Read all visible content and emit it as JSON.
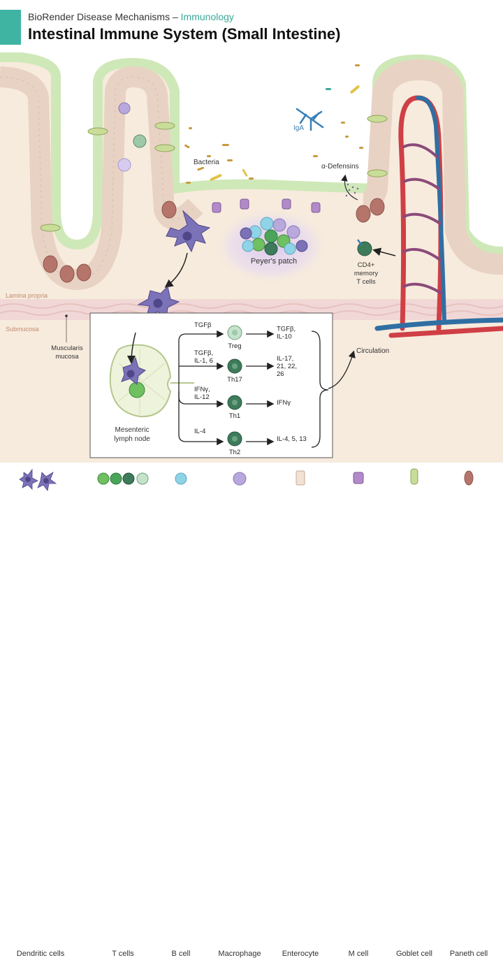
{
  "header": {
    "supertitle_prefix": "BioRender Disease Mechanisms – ",
    "supertitle_accent": "Immunology",
    "title": "Intestinal Immune System (Small Intestine)"
  },
  "colors": {
    "accent": "#3fb4a2",
    "epithelium_outline": "#cfe8b8",
    "lamina_propria": "#f7ebdd",
    "muscularis": "#f1d8d6",
    "artery": "#cf3f45",
    "vein": "#2f6fa3",
    "dendritic_cell": "#7b72b8",
    "t_cell_green": "#4aa55a",
    "t_cell_dark": "#3d7b5b",
    "b_cell": "#8fd3e6",
    "macrophage": "#b8a8dc"
  },
  "labels": {
    "bacteria": "Bacteria",
    "iga": "IgA",
    "defensins": "α-Defensins",
    "peyers_patch": "Peyer's patch",
    "cd4_memory": [
      "CD4+",
      "memory",
      "T cells"
    ],
    "lamina_propria": "Lamina propria",
    "submucosa": "Submucosa",
    "muscularis": [
      "Muscularis",
      "mucosa"
    ],
    "circulation": "Circulation",
    "lymph_node": [
      "Mesenteric",
      "lymph node"
    ]
  },
  "differentiation": [
    {
      "cytokines_in": [
        "TGFβ"
      ],
      "cell": "Treg",
      "cytokines_out": [
        "TGFβ,",
        "IL-10"
      ]
    },
    {
      "cytokines_in": [
        "TGFβ,",
        "IL-1, 6"
      ],
      "cell": "Th17",
      "cytokines_out": [
        "IL-17,",
        "21, 22,",
        "26"
      ]
    },
    {
      "cytokines_in": [
        "IFNγ,",
        "IL-12"
      ],
      "cell": "Th1",
      "cytokines_out": [
        "IFNγ"
      ]
    },
    {
      "cytokines_in": [
        "IL-4"
      ],
      "cell": "Th2",
      "cytokines_out": [
        "IL-4, 5, 13"
      ]
    }
  ],
  "legend": [
    {
      "icon": "dendritic-cell-icon",
      "label": "Dendritic cells"
    },
    {
      "icon": "t-cell-icon",
      "label": "T cells"
    },
    {
      "icon": "b-cell-icon",
      "label": "B cell"
    },
    {
      "icon": "macrophage-icon",
      "label": "Macrophage"
    },
    {
      "icon": "enterocyte-icon",
      "label": "Enterocyte"
    },
    {
      "icon": "m-cell-icon",
      "label": "M cell"
    },
    {
      "icon": "goblet-cell-icon",
      "label": "Goblet cell"
    },
    {
      "icon": "paneth-cell-icon",
      "label": "Paneth cell"
    }
  ]
}
